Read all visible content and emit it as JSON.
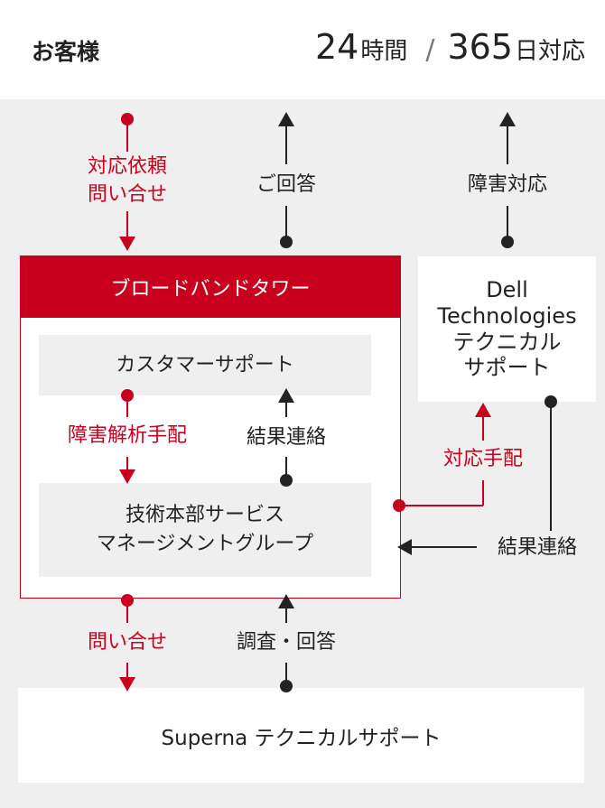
{
  "header": {
    "customer": "お客様",
    "hours_num": "24",
    "hours_unit": "時間",
    "days_num": "365",
    "days_unit": "日対応"
  },
  "boxes": {
    "broadband_tower": "ブロードバンドタワー",
    "customer_support": "カスタマーサポート",
    "tech_group_line1": "技術本部サービス",
    "tech_group_line2": "マネージメントグループ",
    "dell_line1": "Dell",
    "dell_line2": "Technologies",
    "dell_line3": "テクニカル",
    "dell_line4": "サポート",
    "superna": "Superna テクニカルサポート"
  },
  "arrows": {
    "request_line1": "対応依頼",
    "request_line2": "問い合せ",
    "reply": "ご回答",
    "incident_response": "障害対応",
    "failure_analysis": "障害解析手配",
    "result_contact_inner": "結果連絡",
    "arrangement": "対応手配",
    "result_contact_dell": "結果連絡",
    "inquiry": "問い合せ",
    "investigation": "調査・回答"
  },
  "colors": {
    "accent": "#c8001e",
    "background": "#efefef",
    "text": "#222222"
  }
}
